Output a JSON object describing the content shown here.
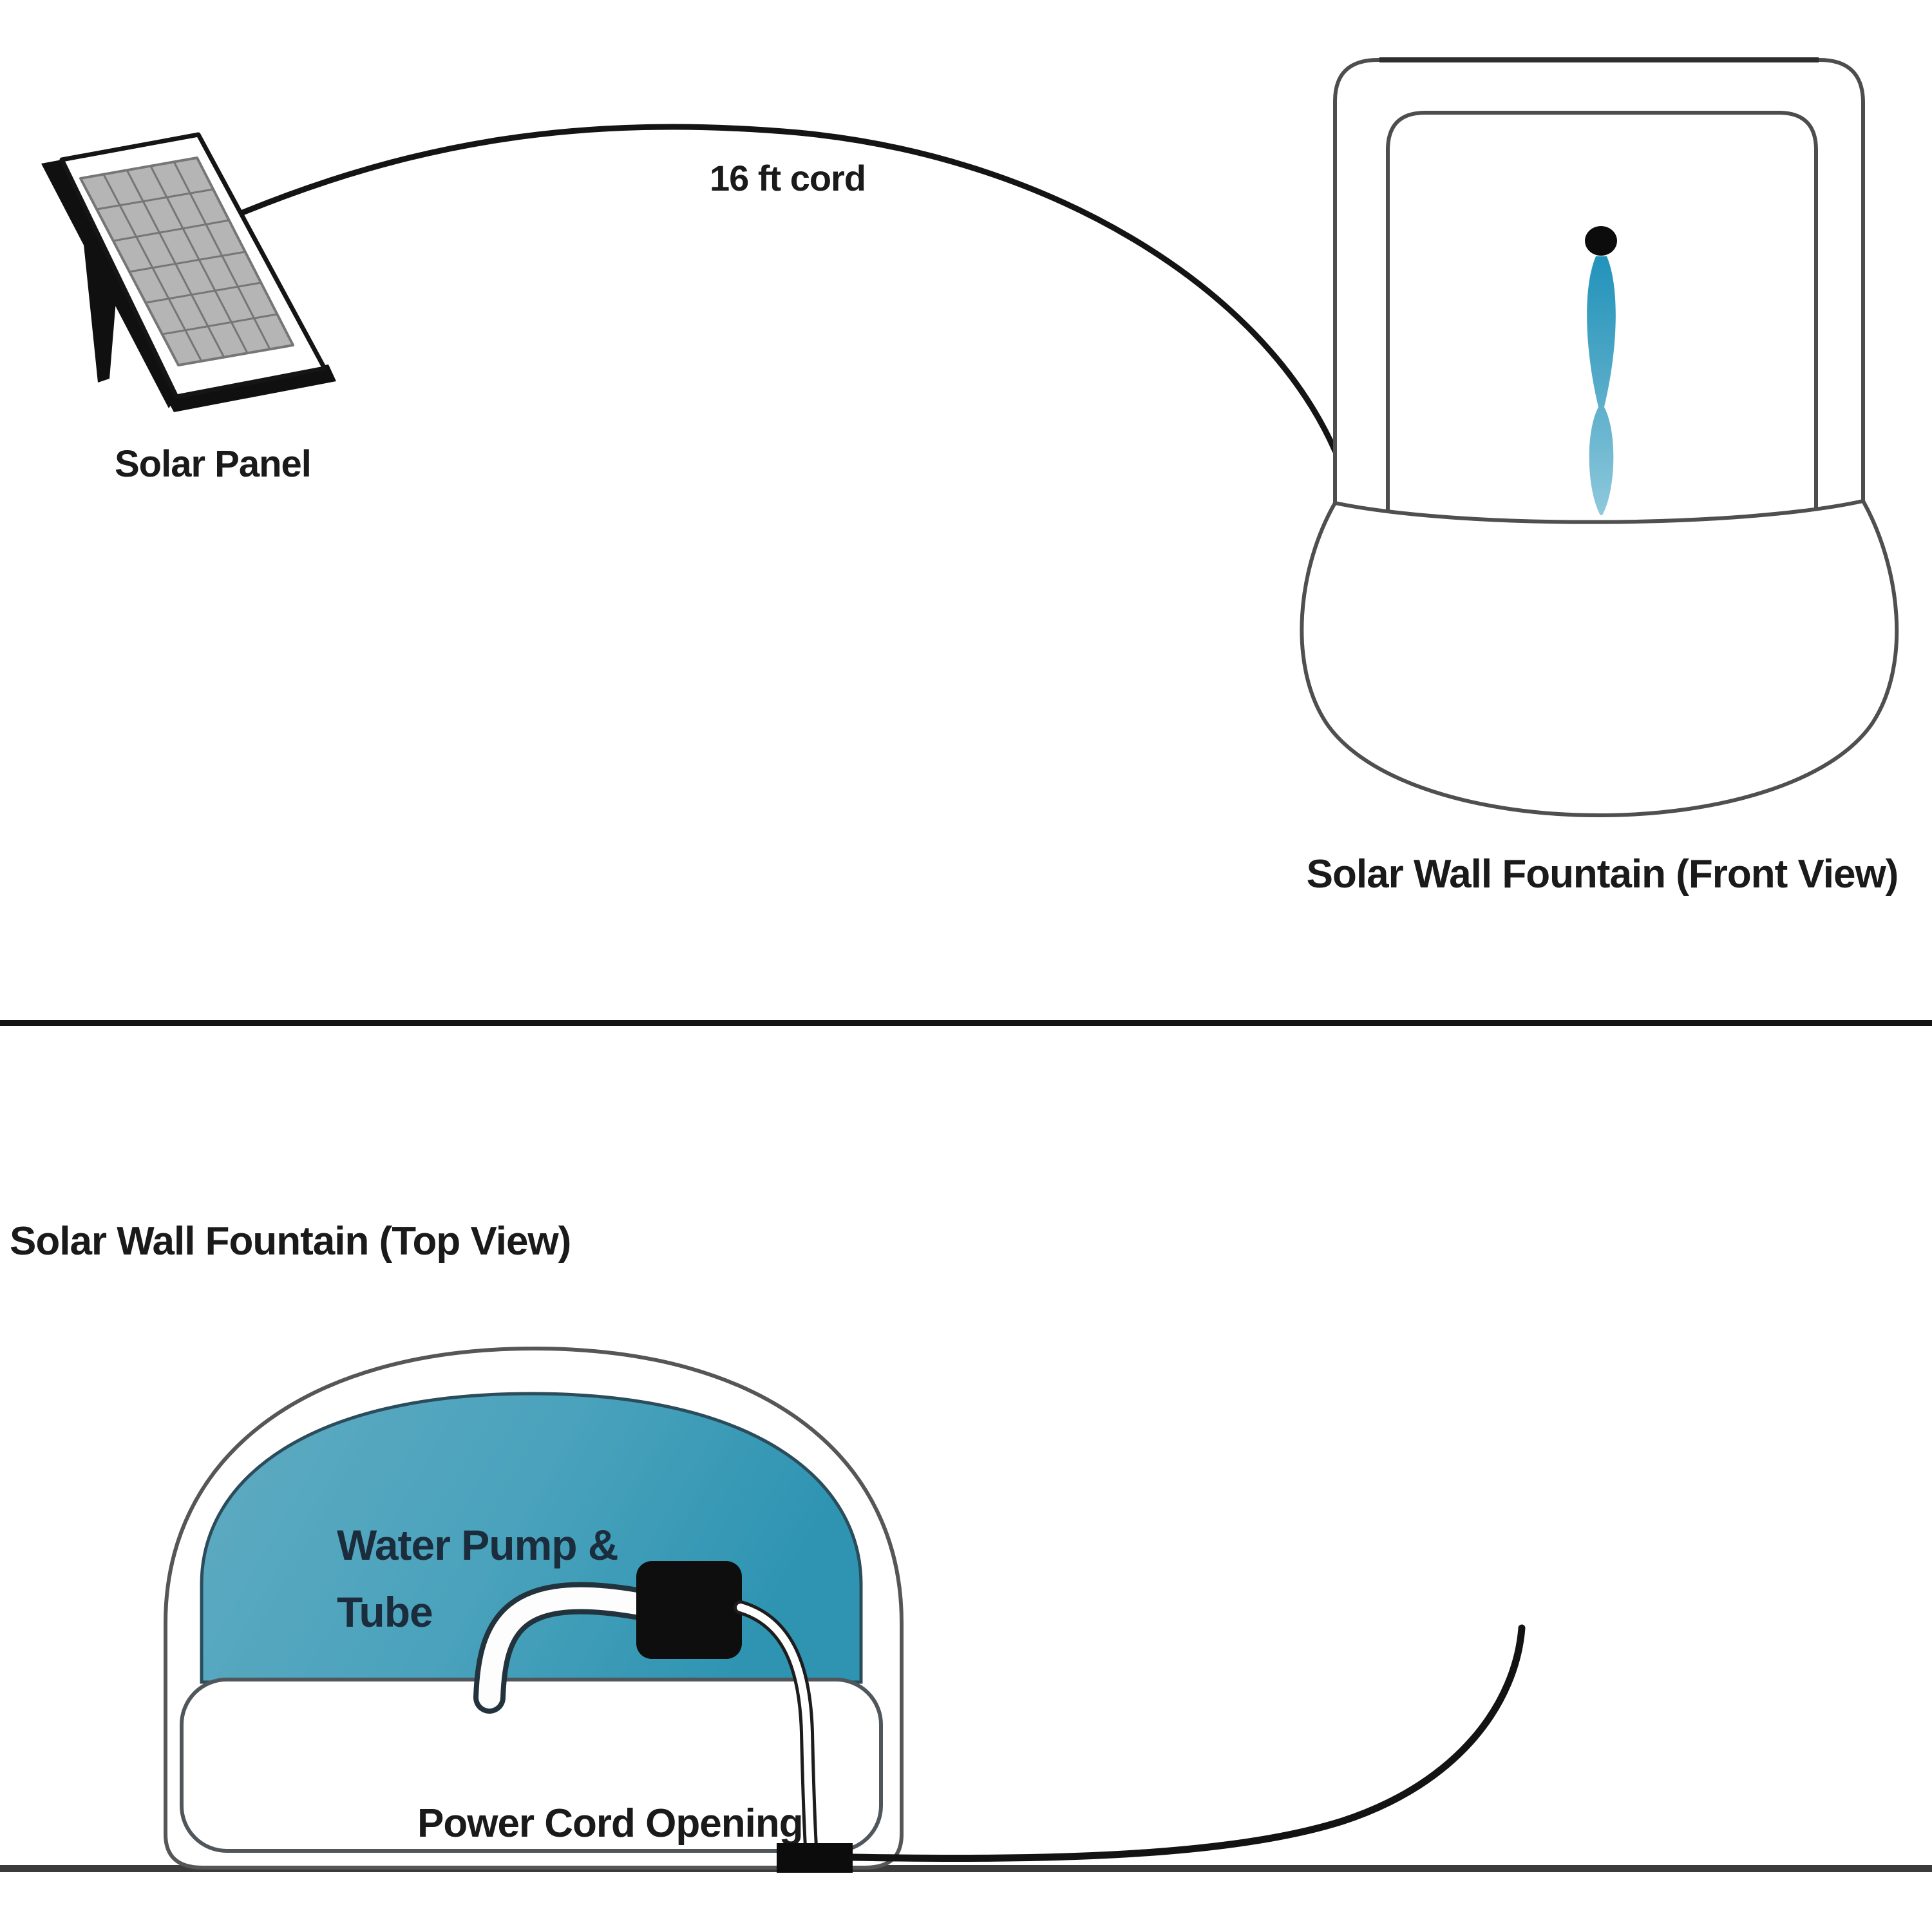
{
  "labels": {
    "solar_panel": "Solar Panel",
    "cord_length": "16 ft cord",
    "front_view": "Solar Wall Fountain (Front View)",
    "top_view": "Solar Wall Fountain (Top View)",
    "pump_line1": "Water Pump &",
    "pump_line2": "Tube",
    "power_cord": "Power Cord Opening"
  },
  "colors": {
    "water_teal_dark": "#2e94b2",
    "water_teal_light": "#5fabc2",
    "stream_top": "#2293bb",
    "stream_bottom": "#8fc9dd",
    "outline_gray": "#4d4d4d",
    "ink": "#1a1a1a",
    "navy_text": "#1b2d3c",
    "panel_cell_gray": "#b5b5b5"
  }
}
